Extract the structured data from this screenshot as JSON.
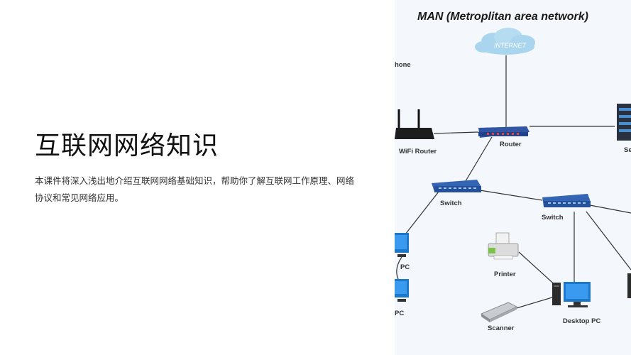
{
  "slide": {
    "title": "互联网网络知识",
    "description": "本课件将深入浅出地介绍互联网网络基础知识，帮助你了解互联网工作原理、网络协议和常见网络应用。"
  },
  "diagram": {
    "title": "MAN (Metroplitan area network)",
    "labels": {
      "internet": "INTERNET",
      "phone": "hone",
      "wifi_router": "WiFi Router",
      "router": "Router",
      "server": "Se",
      "switch_left": "Switch",
      "switch_right": "Switch",
      "pc_top": "PC",
      "pc_bottom": "PC",
      "printer": "Printer",
      "scanner": "Scanner",
      "desktop_pc": "Desktop PC"
    },
    "colors": {
      "cloud": "#a9d6ee",
      "router": "#2f55a4",
      "switch": "#3465b5",
      "monitor": "#1d78c9",
      "link": "#333333",
      "printer_accent": "#7cc24a"
    }
  }
}
